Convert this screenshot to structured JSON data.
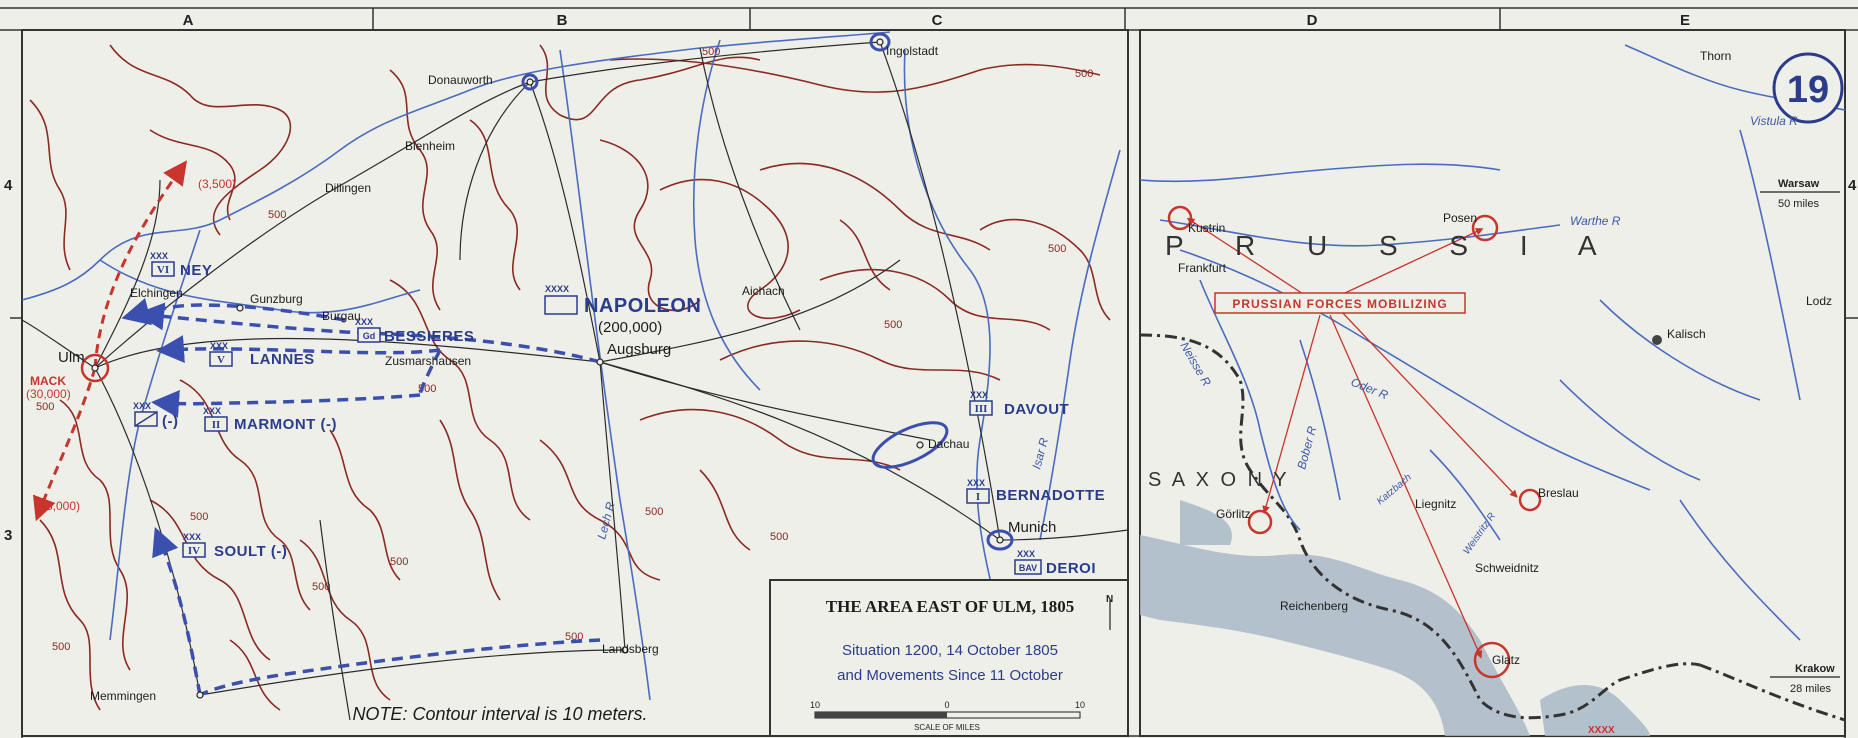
{
  "grid": {
    "columns": [
      "A",
      "B",
      "C",
      "D",
      "E"
    ],
    "rows": [
      "4",
      "3"
    ]
  },
  "map_number": "19",
  "title_box": {
    "title": "THE AREA EAST OF ULM, 1805",
    "line1": "Situation 1200, 14 October 1805",
    "line2": "and Movements Since 11 October",
    "scale_left": "10",
    "scale_mid": "0",
    "scale_right": "10",
    "scale_caption": "SCALE OF MILES",
    "north": "N"
  },
  "note": "NOTE: Contour interval is 10 meters.",
  "left_places": {
    "ingolstadt": "Ingolstadt",
    "donauworth": "Donauworth",
    "blenheim": "Blenheim",
    "dillingen": "Dillingen",
    "elchingen": "Elchingen",
    "gunzburg": "Gunzburg",
    "burgau": "Burgau",
    "zusmarshausen": "Zusmarshausen",
    "ulm": "Ulm",
    "aichach": "Aichach",
    "augsburg": "Augsburg",
    "dachau": "Dachau",
    "munich": "Munich",
    "landsberg": "Landsberg",
    "memmingen": "Memmingen"
  },
  "units": {
    "ney": "NEY",
    "ney_corps": "VI",
    "lannes": "LANNES",
    "lannes_corps": "V",
    "marmont": "MARMONT (-)",
    "marmont_corps": "II",
    "soult": "SOULT (-)",
    "soult_corps": "IV",
    "bessieres": "BESSIERES",
    "bessieres_corps": "Gd",
    "napoleon": "NAPOLEON",
    "napoleon_strength": "(200,000)",
    "davout": "DAVOUT",
    "davout_corps": "III",
    "bernadotte": "BERNADOTTE",
    "bernadotte_corps": "I",
    "deroi": "DEROI",
    "deroi_corps": "BAV",
    "cavalry_minus": "(-)",
    "mack": "MACK",
    "mack_strength": "(30,000)",
    "north_force": "(3,500)",
    "south_force": "(5,000)",
    "xxx": "XXX",
    "xxxx": "XXXX"
  },
  "contours": [
    "500",
    "500",
    "500",
    "500",
    "500",
    "500",
    "500",
    "500",
    "500",
    "500",
    "500",
    "500",
    "500",
    "500"
  ],
  "rivers_left": {
    "lech": "Lech R",
    "isar": "Isar R"
  },
  "right_places": {
    "thorn": "Thorn",
    "vistula": "Vistula R",
    "warsaw": "Warsaw",
    "warsaw_dist": "50 miles",
    "kustrin": "Kustrin",
    "posen": "Posen",
    "frankfurt": "Frankfurt",
    "prussia": "P  R  U  S  S  I  A",
    "prussian_forces": "PRUSSIAN FORCES MOBILIZING",
    "warthe": "Warthe R",
    "lodz": "Lodz",
    "kalisch": "Kalisch",
    "oder": "Oder R",
    "neisse": "Neisse R",
    "saxony": "S A X O N Y",
    "bober": "Bober R",
    "katzbach": "Katzbach",
    "liegnitz": "Liegnitz",
    "breslau": "Breslau",
    "gorlitz": "Görlitz",
    "weistritz": "Weistritz R",
    "schweidnitz": "Schweidnitz",
    "reichenberg": "Reichenberg",
    "glatz": "Glatz",
    "krakow": "Krakow",
    "krakow_dist": "28 miles",
    "xxxx_bottom": "XXXX"
  },
  "colors": {
    "paper": "#efefe9",
    "contour": "#8a2a22",
    "river": "#4a6cc0",
    "french_blue": "#3b4fae",
    "austrian_red": "#c7352c",
    "mountain": "#a9b9c7"
  }
}
